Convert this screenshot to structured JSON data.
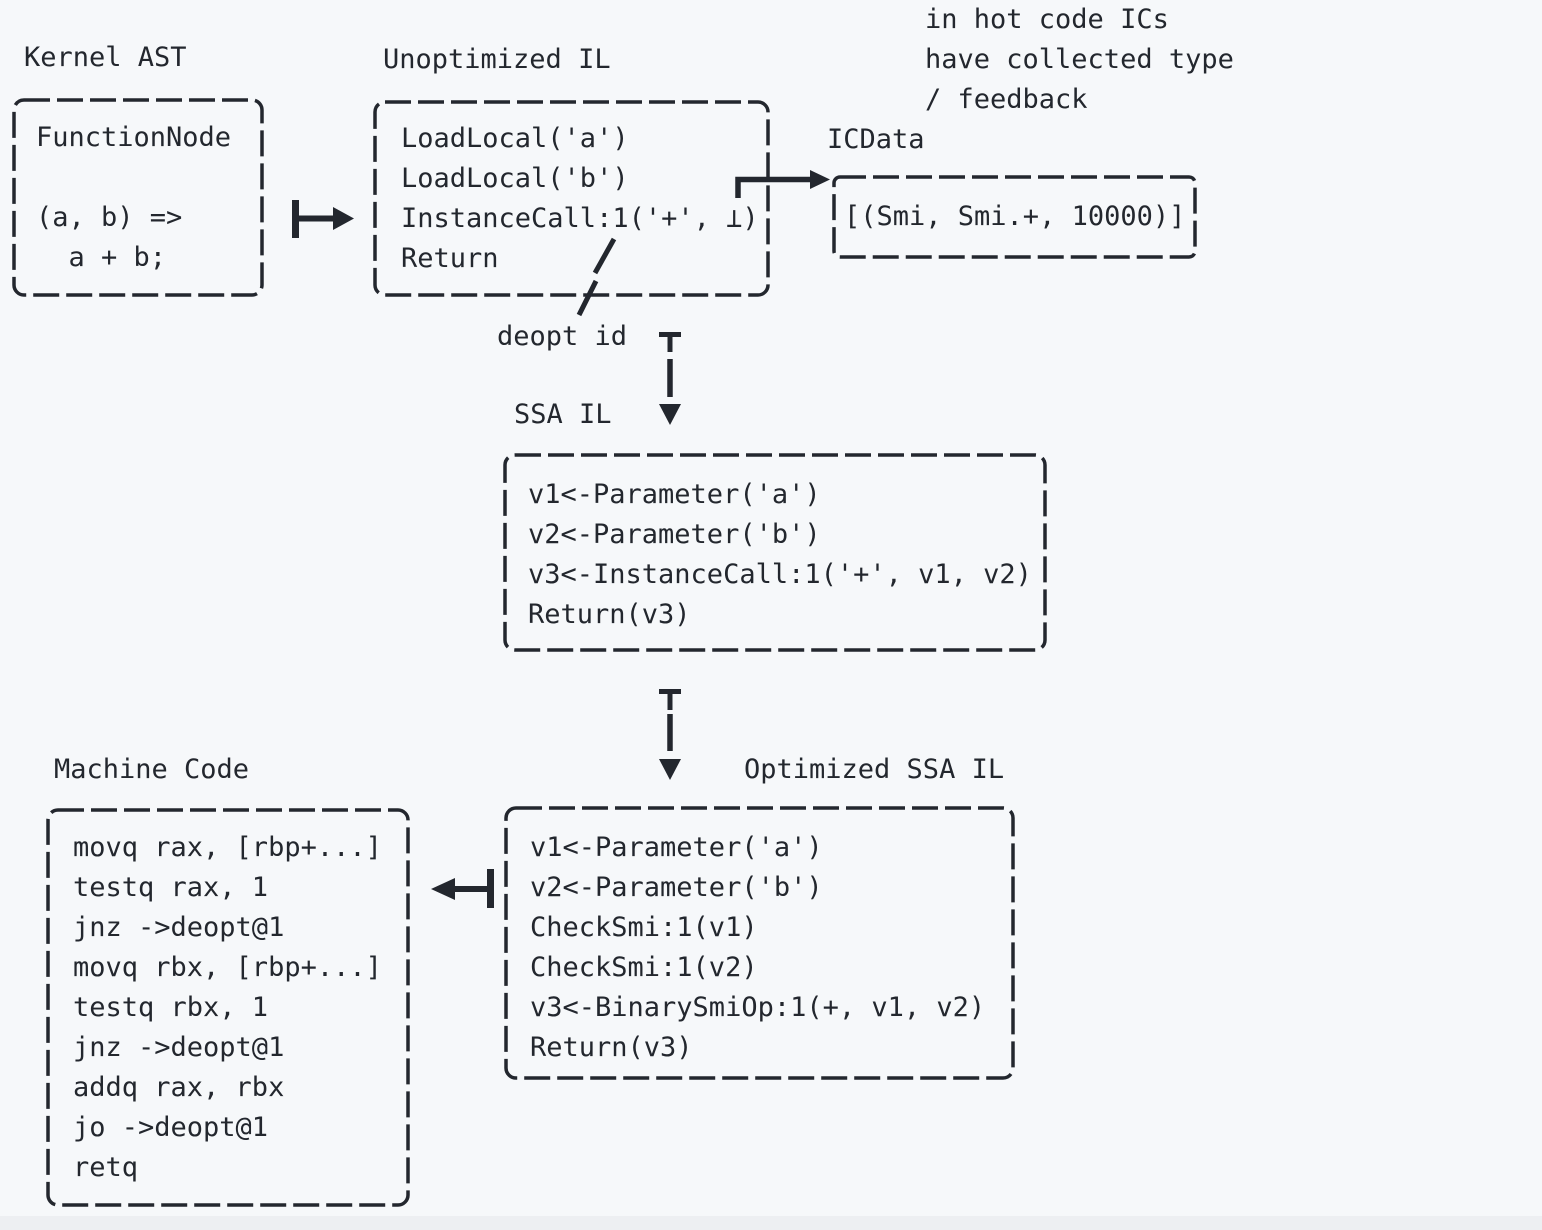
{
  "colors": {
    "background": "#f6f8fa",
    "ink": "#23272e",
    "bottom_strip": "#edeff2"
  },
  "labels": {
    "kernel_ast": "Kernel AST",
    "unoptimized_il": "Unoptimized IL",
    "icdata": "ICData",
    "deopt_id": "deopt id",
    "ssa_il": "SSA IL",
    "optimized_ssa_il": "Optimized SSA IL",
    "machine_code": "Machine Code"
  },
  "annotation": {
    "lines": [
      "in hot code ICs",
      "have collected type",
      "/ feedback"
    ]
  },
  "boxes": {
    "kernel_ast": {
      "lines": [
        "FunctionNode",
        "",
        "(a, b) =>",
        "  a + b;"
      ]
    },
    "unoptimized_il": {
      "lines": [
        "LoadLocal('a')",
        "LoadLocal('b')",
        "InstanceCall:1('+', ⊥)",
        "Return"
      ]
    },
    "icdata": {
      "lines": [
        "[(Smi, Smi.+, 10000)]"
      ]
    },
    "ssa_il": {
      "lines": [
        "v1<-Parameter('a')",
        "v2<-Parameter('b')",
        "v3<-InstanceCall:1('+', v1, v2)",
        "Return(v3)"
      ]
    },
    "optimized_ssa_il": {
      "lines": [
        "v1<-Parameter('a')",
        "v2<-Parameter('b')",
        "CheckSmi:1(v1)",
        "CheckSmi:1(v2)",
        "v3<-BinarySmiOp:1(+, v1, v2)",
        "Return(v3)"
      ]
    },
    "machine_code": {
      "lines": [
        "movq rax, [rbp+...]",
        "testq rax, 1",
        "jnz ->deopt@1",
        "movq rbx, [rbp+...]",
        "testq rbx, 1",
        "jnz ->deopt@1",
        "addq rax, rbx",
        "jo ->deopt@1",
        "retq"
      ]
    }
  }
}
